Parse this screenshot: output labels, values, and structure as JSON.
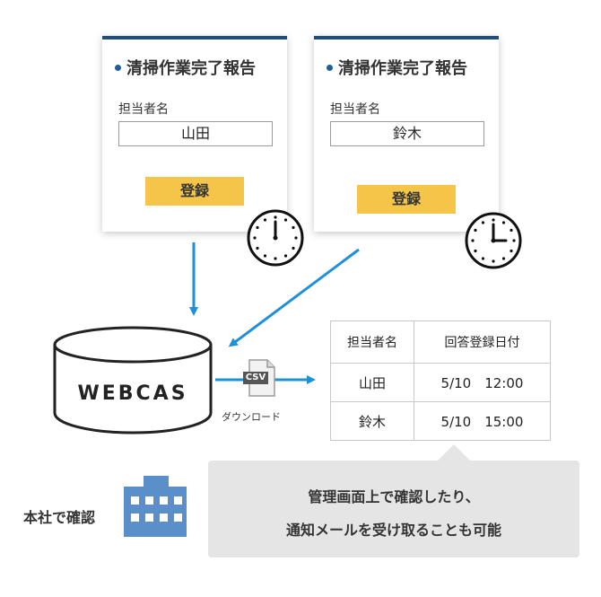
{
  "cards": [
    {
      "title": "清掃作業完了報告",
      "field_label": "担当者名",
      "field_value": "山田",
      "button_label": "登録"
    },
    {
      "title": "清掃作業完了報告",
      "field_label": "担当者名",
      "field_value": "鈴木",
      "button_label": "登録"
    }
  ],
  "database": {
    "label": "WEBCAS"
  },
  "download": {
    "file_label": "CSV",
    "label": "ダウンロード"
  },
  "table": {
    "headers": [
      "担当者名",
      "回答登録日付"
    ],
    "rows": [
      {
        "name": "山田",
        "date": "5/10　12:00"
      },
      {
        "name": "鈴木",
        "date": "5/10　15:00"
      }
    ]
  },
  "callout": {
    "line1": "管理画面上で確認したり、",
    "line2": "通知メールを受け取ることも可能"
  },
  "hq": {
    "label": "本社で確認"
  },
  "colors": {
    "accent_blue": "#1e90d6",
    "card_border": "#1f4e79",
    "button": "#f5c54a",
    "callout_bg": "#e5e5e5",
    "building": "#5b8fc9"
  }
}
